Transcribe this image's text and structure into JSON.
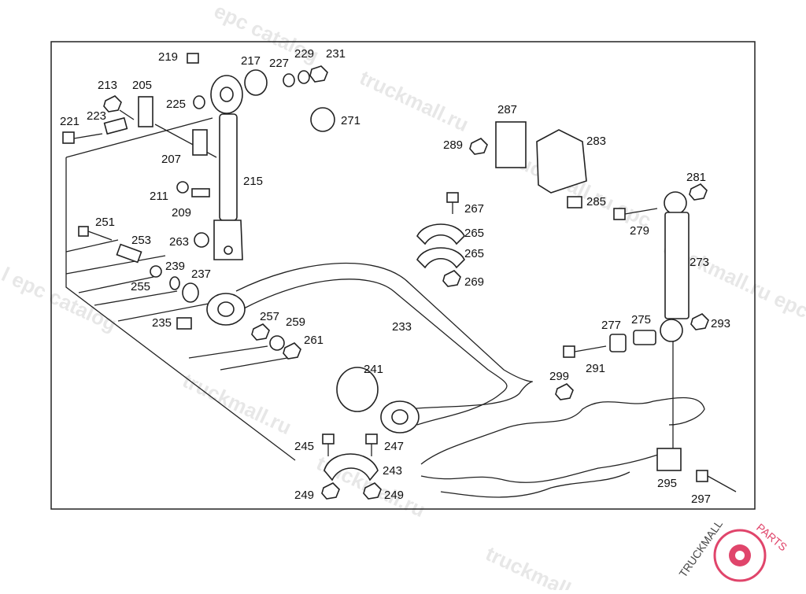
{
  "diagram": {
    "labels": {
      "p219": "219",
      "p217": "217",
      "p227": "227",
      "p229": "229",
      "p231": "231",
      "p213": "213",
      "p205": "205",
      "p225": "225",
      "p221": "221",
      "p223": "223",
      "p271": "271",
      "p207": "207",
      "p215": "215",
      "p211": "211",
      "p209": "209",
      "p251": "251",
      "p253": "253",
      "p263": "263",
      "p239": "239",
      "p255": "255",
      "p237": "237",
      "p235": "235",
      "p257": "257",
      "p259": "259",
      "p261": "261",
      "p233": "233",
      "p287": "287",
      "p289": "289",
      "p283": "283",
      "p285": "285",
      "p267": "267",
      "p265a": "265",
      "p265b": "265",
      "p269": "269",
      "p281": "281",
      "p279": "279",
      "p273": "273",
      "p277": "277",
      "p275": "275",
      "p293": "293",
      "p291": "291",
      "p299": "299",
      "p241": "241",
      "p245": "245",
      "p247": "247",
      "p243": "243",
      "p249a": "249",
      "p249b": "249",
      "p295": "295",
      "p297": "297"
    }
  },
  "watermarks": [
    "epc catalog",
    "truckmall.ru",
    "truckmall.ru epc",
    "l epc catalog",
    "truckmall.ru",
    "truckmall.ru epc catalog",
    "truckmall.ru",
    "truckmall.r"
  ],
  "logo": {
    "text_main": "TRUCKMALL",
    "text_accent": "PARTS",
    "accent_color": "#e0456b"
  }
}
